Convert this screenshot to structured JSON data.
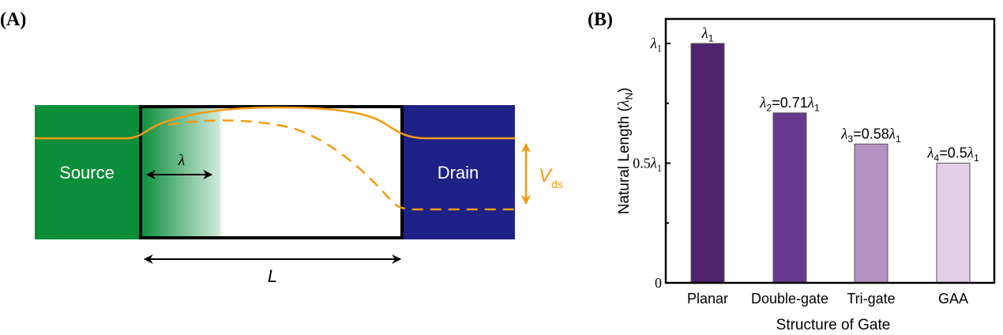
{
  "panel_a": {
    "label": "(A)",
    "source_label": "Source",
    "drain_label": "Drain",
    "lambda_label": "λ",
    "length_label": "L",
    "vds_label_main": "V",
    "vds_label_sub": "ds",
    "colors": {
      "source": "#0b8e3a",
      "drain": "#1e2185",
      "potential": "#f39a12",
      "channel_border": "#000000"
    }
  },
  "panel_b": {
    "label": "(B)"
  },
  "chart_data": {
    "type": "bar",
    "title": "",
    "xlabel": "Structure of Gate",
    "ylabel": "Natural Length (λN)",
    "ylabel_main": "Natural Length (",
    "ylabel_sym": "λ",
    "ylabel_sub": "N",
    "ylabel_close": ")",
    "categories": [
      "Planar",
      "Double-gate",
      "Tri-gate",
      "GAA"
    ],
    "values": [
      1.0,
      0.71,
      0.58,
      0.5
    ],
    "value_unit": "λ1",
    "ylim": [
      0,
      1.1
    ],
    "yticks": [
      {
        "value": 0,
        "label": "0"
      },
      {
        "value": 0.5,
        "label": "0.5λ1"
      },
      {
        "value": 1.0,
        "label": "λ1"
      }
    ],
    "minor_yticks": [
      0.25,
      0.75
    ],
    "data_labels": [
      {
        "sym": "λ",
        "sub": "1",
        "rest": ""
      },
      {
        "sym": "λ",
        "sub": "2",
        "rest": "=0.71",
        "sym2": "λ",
        "sub2": "1"
      },
      {
        "sym": "λ",
        "sub": "3",
        "rest": "=0.58",
        "sym2": "λ",
        "sub2": "1"
      },
      {
        "sym": "λ",
        "sub": "4",
        "rest": "=0.5",
        "sym2": "λ",
        "sub2": "1"
      }
    ],
    "bar_colors": [
      "#4f236d",
      "#673a8f",
      "#b590c2",
      "#e0cfe5"
    ],
    "grid": false,
    "legend": "none"
  }
}
